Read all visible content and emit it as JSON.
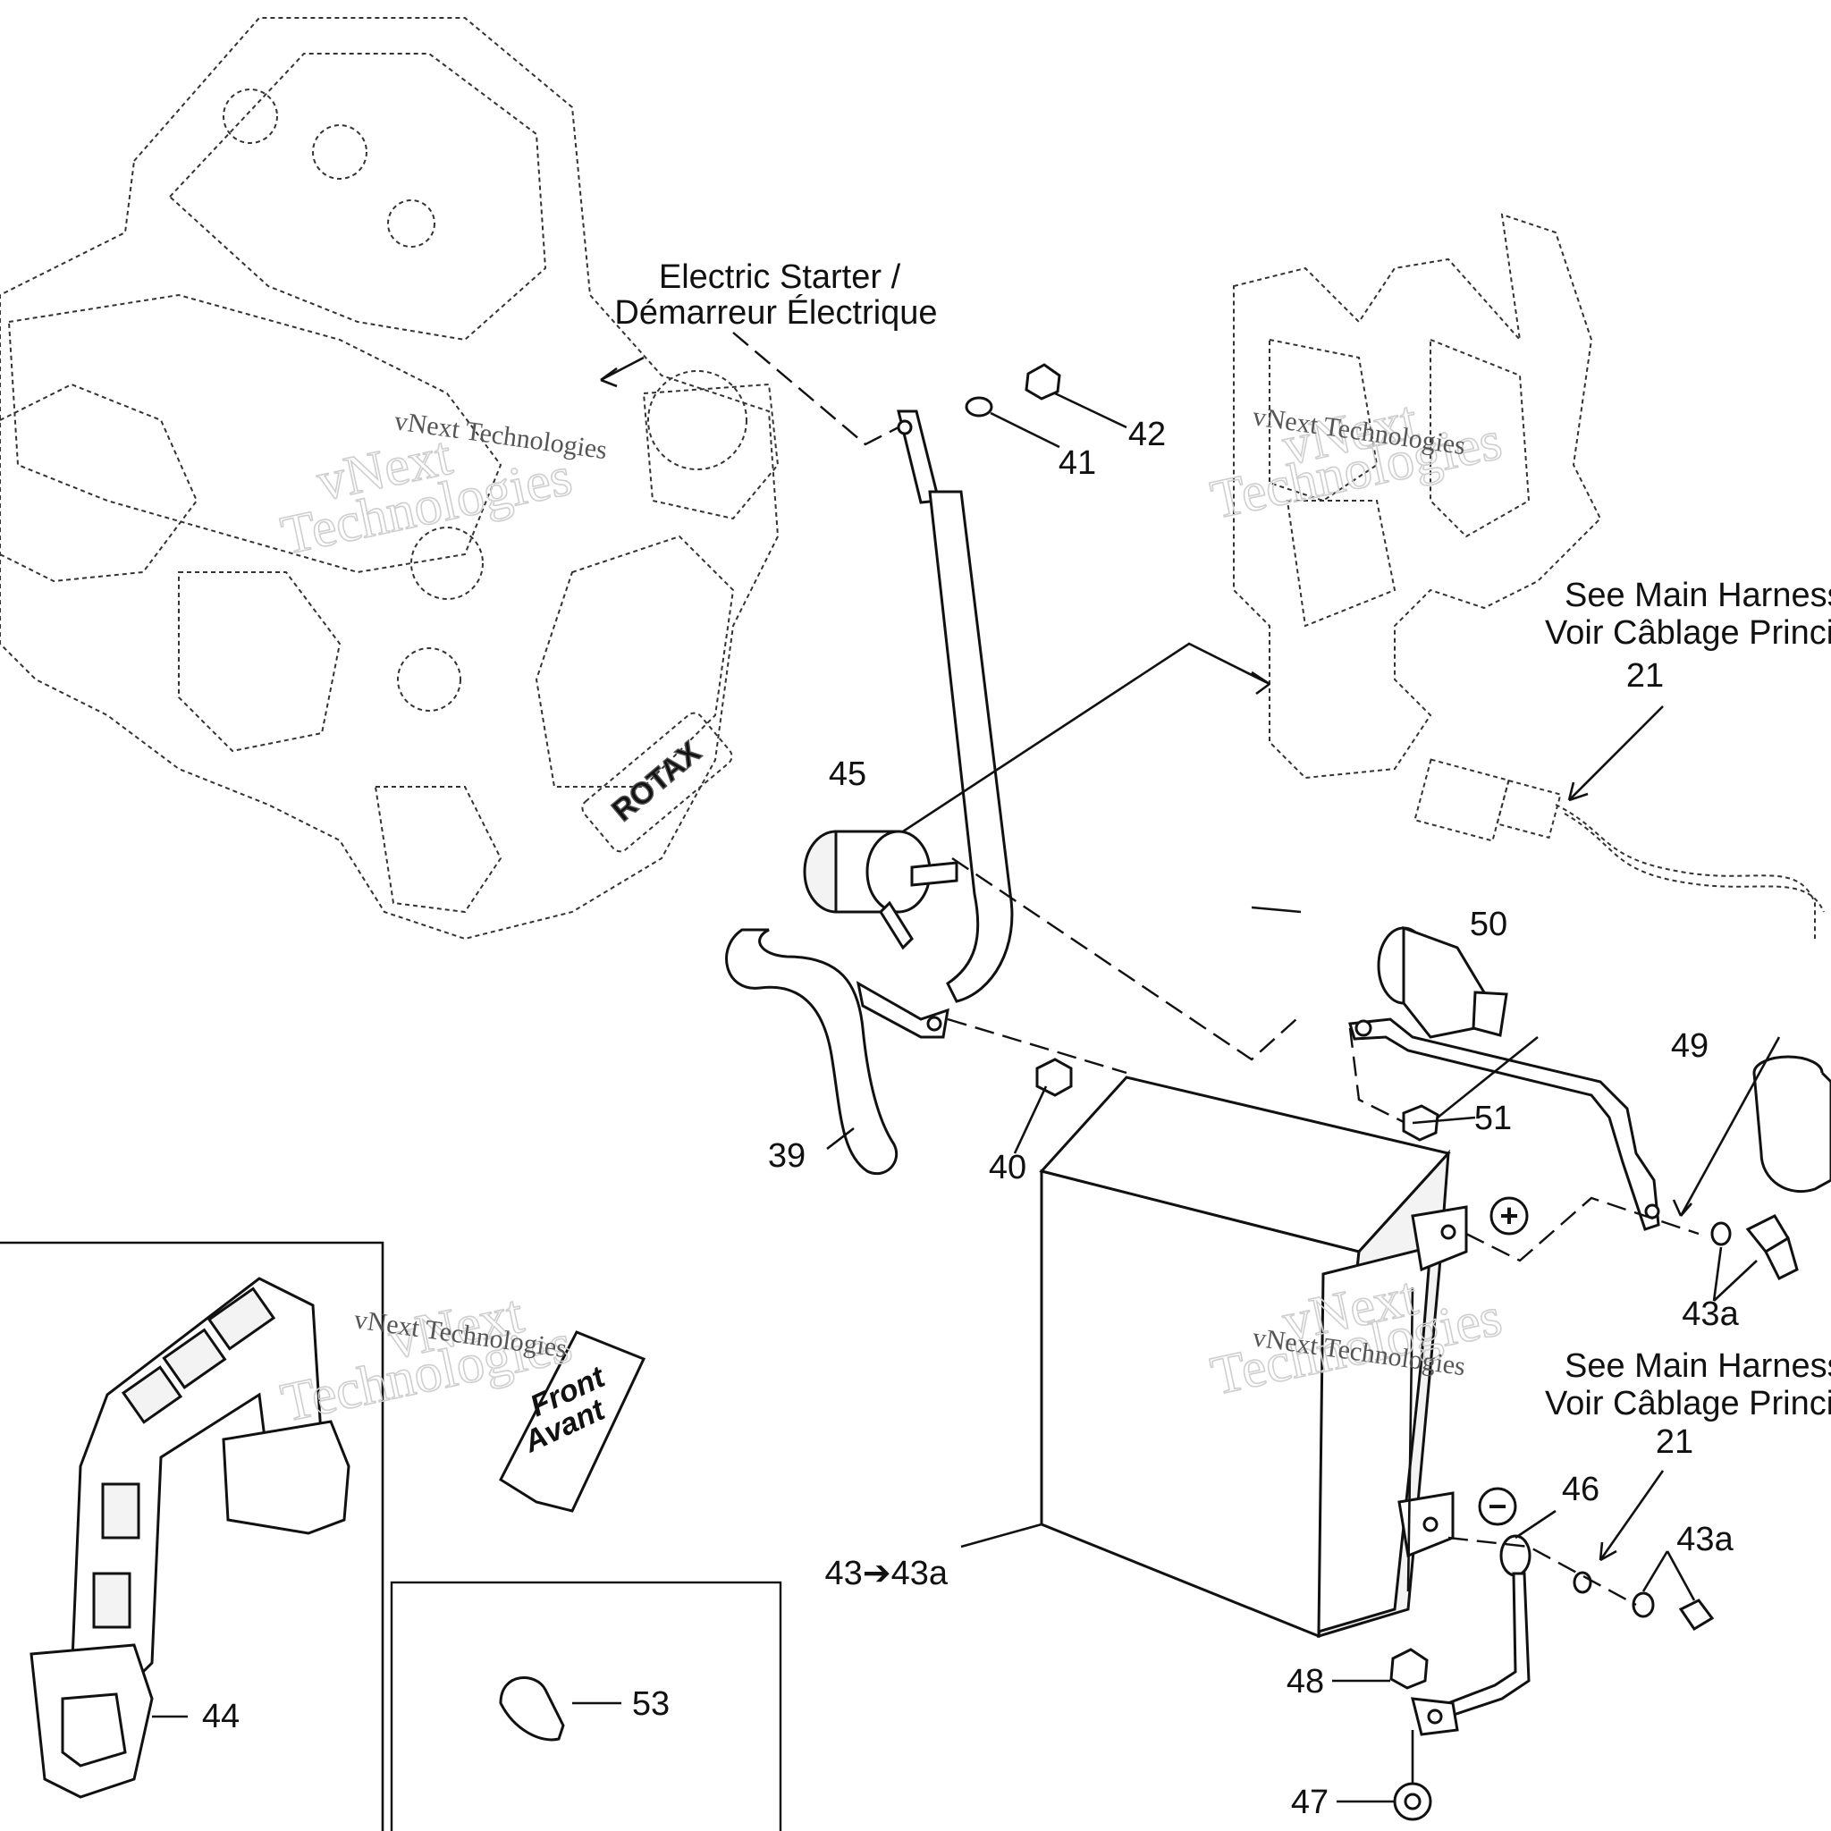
{
  "labels": {
    "starter": [
      "Electric Starter /",
      "Démarreur Électrique"
    ],
    "harness_top": [
      "See Main Harness",
      "Voir Câblage Princi"
    ],
    "harness_bottom": [
      "See Main Harness",
      "Voir Câblage Princi"
    ],
    "front_arrow": [
      "Front",
      "Avant"
    ],
    "plus_symbol": "+",
    "minus_symbol": "−"
  },
  "callouts": {
    "c21a": "21",
    "c21b": "21",
    "c39": "39",
    "c40": "40",
    "c41": "41",
    "c42": "42",
    "c43": "43➔43a",
    "c43a_top": "43a",
    "c43a_bottom": "43a",
    "c44": "44",
    "c45": "45",
    "c46": "46",
    "c47": "47",
    "c48": "48",
    "c49": "49",
    "c50": "50",
    "c51": "51",
    "c53": "53"
  },
  "watermarks": {
    "line1": "vNext Technologies",
    "big1": "vNext",
    "big2": "Technologies"
  },
  "engine_logo": "ROTAX"
}
